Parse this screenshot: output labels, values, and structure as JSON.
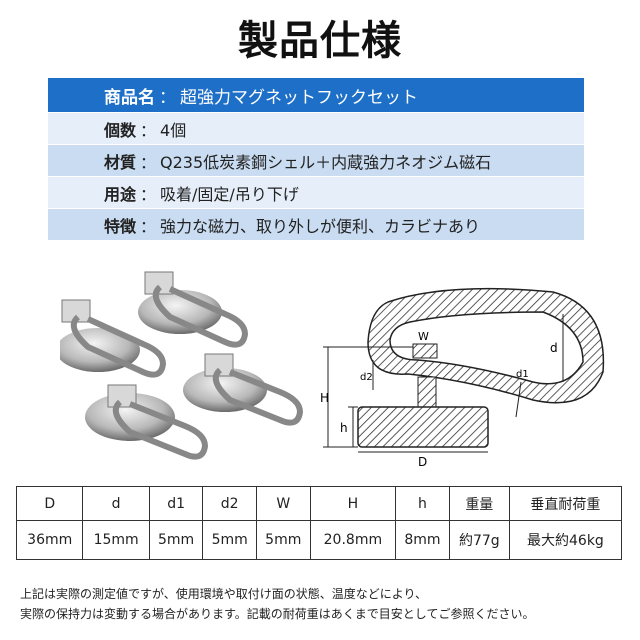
{
  "title": "製品仕様",
  "spec": {
    "header": {
      "key": "商品名",
      "value": "超強力マグネットフックセット"
    },
    "rows": [
      {
        "key": "個数",
        "value": "4個"
      },
      {
        "key": "材質",
        "value": "Q235低炭素鋼シェル＋内蔵強力ネオジム磁石"
      },
      {
        "key": "用途",
        "value": "吸着/固定/吊り下げ"
      },
      {
        "key": "特徴",
        "value": "強力な磁力、取り外しが便利、カラビナあり"
      }
    ],
    "separator": "："
  },
  "diagram": {
    "labels": {
      "W": "W",
      "d": "d",
      "d1": "d1",
      "d2": "d2",
      "H": "H",
      "h": "h",
      "D": "D"
    }
  },
  "dimensions_table": {
    "headers": [
      "D",
      "d",
      "d1",
      "d2",
      "W",
      "H",
      "h",
      "重量",
      "垂直耐荷重"
    ],
    "values": [
      "36mm",
      "15mm",
      "5mm",
      "5mm",
      "5mm",
      "20.8mm",
      "8mm",
      "約77g",
      "最大約46kg"
    ]
  },
  "note": {
    "line1": "上記は実際の測定値ですが、使用環境や取付け面の状態、温度などにより、",
    "line2": "実際の保持力は変動する場合があります。記載の耐荷重はあくまで目安としてご参照ください。"
  },
  "colors": {
    "header_blue": "#1e6fc7",
    "row_light": "#e6eef9",
    "row_dark": "#c9dcf1"
  }
}
